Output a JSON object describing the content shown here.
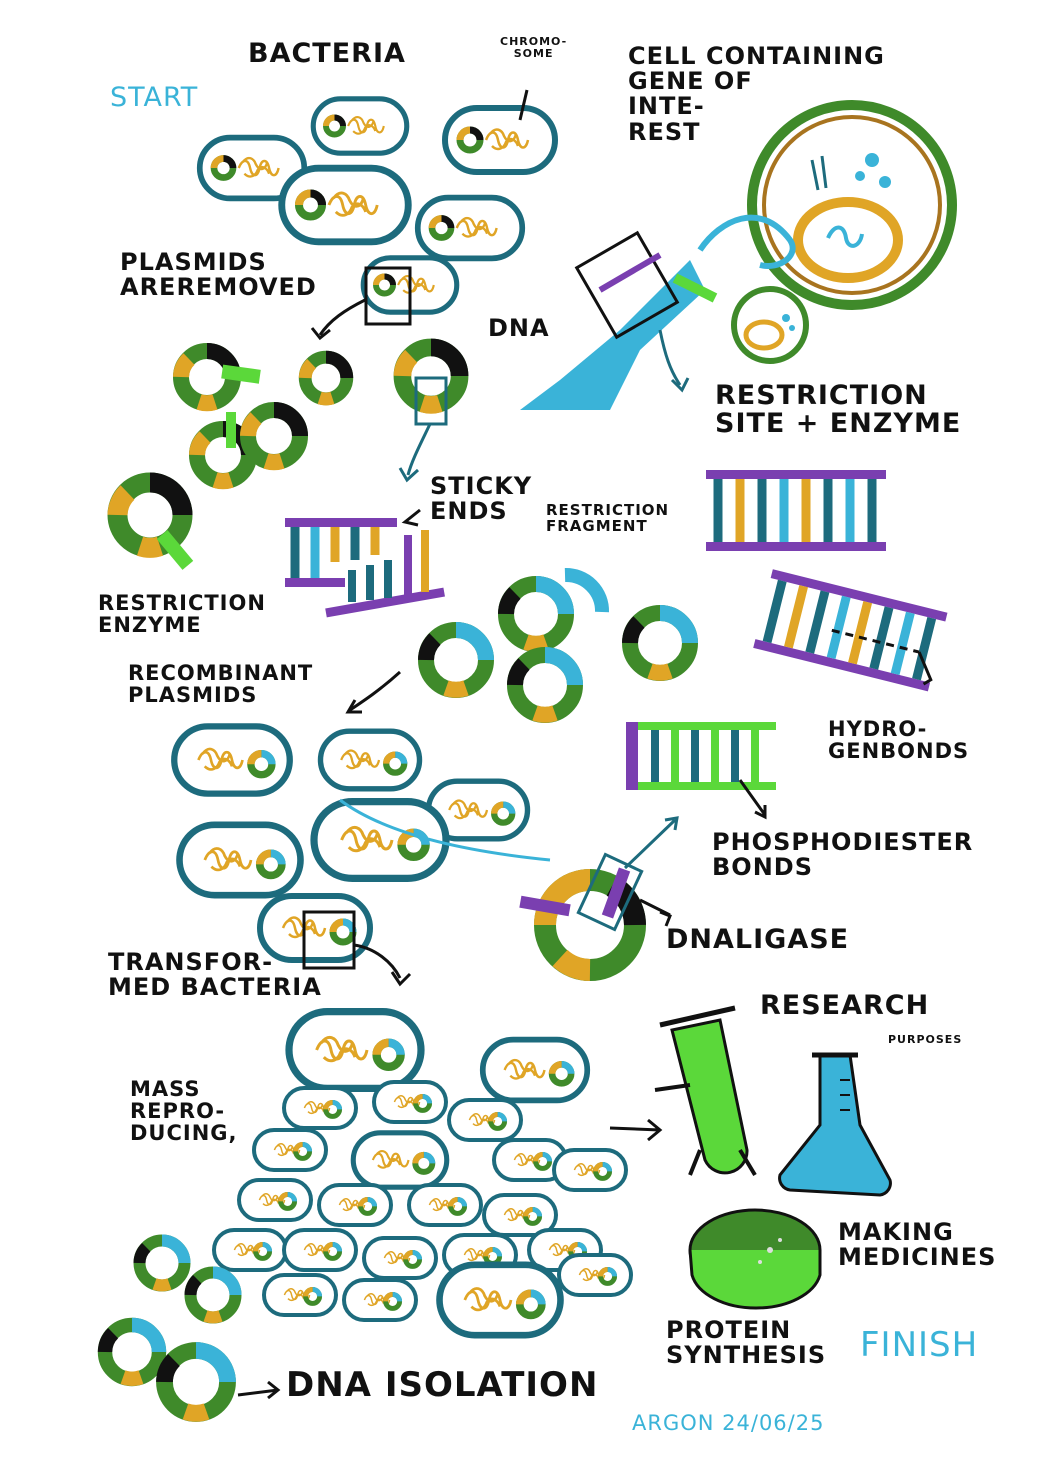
{
  "labels": {
    "start": "START",
    "bacteria": "BACTERIA",
    "chromosome": "CHROMO-\nSOME",
    "cell_gene": "CELL CONTAINING\nGENE OF\nINTE-\nREST",
    "plasmids_removed": "PLASMIDS\nAREREMOVED",
    "dna": "DNA",
    "restriction_site": "RESTRICTION\nSITE + ENZYME",
    "sticky_ends": "STICKY\nENDS",
    "restriction_fragment": "RESTRICTION\nFRAGMENT",
    "restriction_enzyme": "RESTRICTION\nENZYME",
    "recombinant": "RECOMBINANT\nPLASMIDS",
    "hydrogen_bonds": "HYDRO-\nGENBONDS",
    "phosphodiester": "PHOSPHODIESTER\nBONDS",
    "dna_ligase": "DNALIGASE",
    "transformed": "TRANSFOR-\nMED BACTERIA",
    "research": "RESEARCH",
    "purposes": "PURPOSES",
    "mass": "MASS\nREPRO-\nDUCING,",
    "medicines": "MAKING\nMEDICINES",
    "protein": "PROTEIN\nSYNTHESIS",
    "finish": "FINISH",
    "dna_isolation": "DNA ISOLATION",
    "signature": "ARGON 24/06/25"
  },
  "colors": {
    "teal": "#1d6b7d",
    "cyan": "#3ab3d8",
    "gold": "#e0a526",
    "green": "#3f8a2a",
    "lime": "#5bd83a",
    "purple": "#7a3fb0",
    "black": "#111111"
  }
}
